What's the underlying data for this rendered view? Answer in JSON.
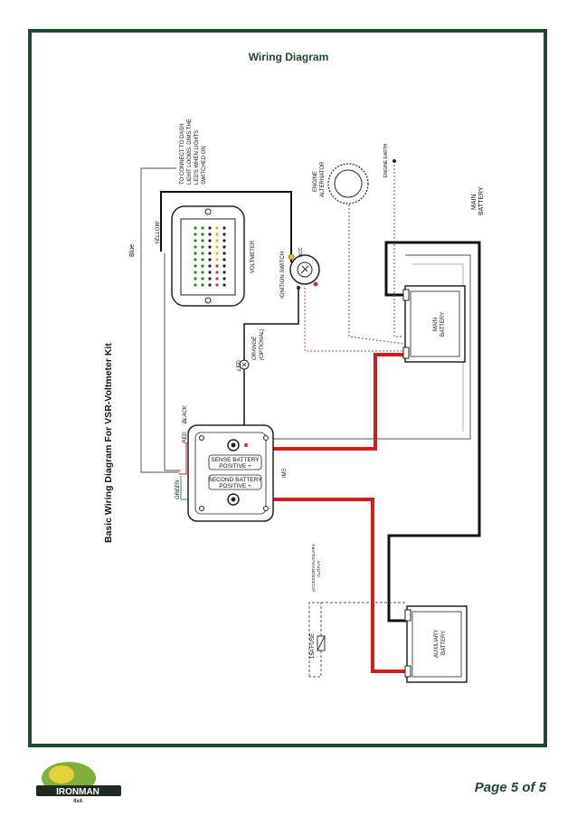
{
  "header": {
    "title": "Wiring Diagram"
  },
  "footer": {
    "page_label": "Page 5 of 5",
    "logo_text": "IRONMAN",
    "logo_sub": "4x4"
  },
  "diagram": {
    "side_title": "Basic Wiring Diagram For VSR-Voltmeter Kit",
    "labels": {
      "dash_note_1": "TO CONNECT TO DASH",
      "dash_note_2": "LIGHT LOOMS. DIMS THE",
      "dash_note_3": "LED'S WHEN LIGHTS",
      "dash_note_4": "SWITCHED ON",
      "blue": "Blue",
      "yellow": "YELLOW",
      "voltmeter": "VOLTMETER",
      "ignition_switch": "IGNITION SWITCH",
      "acc": "ACC",
      "orange": "ORANGE",
      "optional": "(OPTIONAL)",
      "led": "LED",
      "black": "BLACK",
      "red": "RED",
      "green": "GREEN",
      "sense_battery_1": "SENSE BATTERY",
      "sense_battery_2": "POSITIVE +",
      "second_battery_1": "SECOND BATTERY",
      "second_battery_2": "POSITIVE +",
      "ims": "IMS",
      "engine_1": "ENGINE",
      "engine_2": "ALTERNATOR",
      "engine_earth": "ENGINE EARTH",
      "main_battery_1": "MAIN",
      "main_battery_2": "BATTERY",
      "main_batt_label_1": "MAIN",
      "main_batt_label_2": "BATTERY",
      "aux_battery_1": "AUXILIARY",
      "aux_battery_2": "BATTERY",
      "fuse": "15A FUSE",
      "acc_output_1": "ACCESSORY/AUXILIARY",
      "acc_output_2": "OUTPUT"
    }
  }
}
